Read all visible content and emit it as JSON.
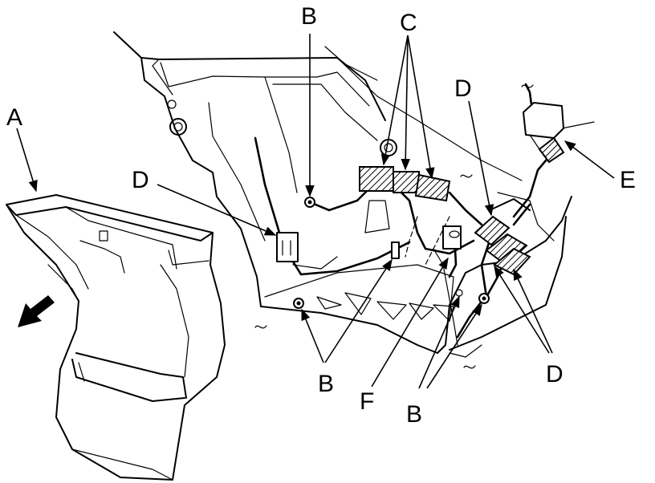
{
  "labels": {
    "a": "A",
    "b_top": "B",
    "b_bottom_left": "B",
    "b_bottom_right": "B",
    "c": "C",
    "d_left": "D",
    "d_top": "D",
    "d_right": "D",
    "e": "E",
    "f": "F"
  },
  "colors": {
    "ink": "#000000",
    "paper": "#ffffff"
  }
}
